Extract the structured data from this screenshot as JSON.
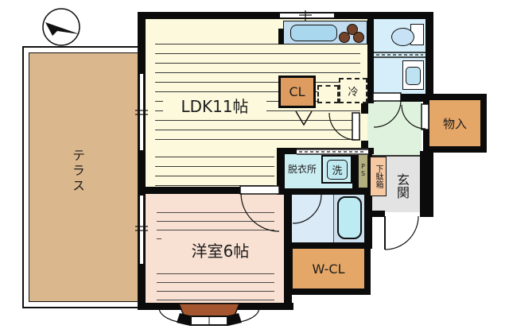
{
  "floorplan": {
    "type": "japanese-apartment-floor-plan",
    "rooms": {
      "terrace": {
        "label": "テラス"
      },
      "ldk": {
        "label": "LDK11帖"
      },
      "western_room": {
        "label": "洋室6帖"
      },
      "closet": {
        "label": "CL"
      },
      "refrigerator": {
        "label": "冷"
      },
      "dressing_room": {
        "label": "脱衣所"
      },
      "washer": {
        "label": "洗"
      },
      "pipe_space": {
        "label": "PS"
      },
      "shoe_cabinet": {
        "label": "下駄箱"
      },
      "entrance": {
        "label": "玄関"
      },
      "storage": {
        "label": "物入"
      },
      "walk_in_closet": {
        "label": "W-CL"
      }
    },
    "icons": [
      "north-arrow-compass",
      "kitchen-sink",
      "stove-burners",
      "toilet",
      "wash-basin",
      "bathtub",
      "washing-machine",
      "bay-window"
    ],
    "colors": {
      "wall": "#0b0b0b",
      "terrace": "#DBB78D",
      "ldk": "#FCF9DC",
      "western_room": "#F8E0D2",
      "closet_orange": "#DE9C60",
      "storage_orange": "#E5A767",
      "hall_green": "#DFF2DD",
      "entrance_gray": "#E3E3E3",
      "wet_blue": "#D6EEF9",
      "dressing_blue": "#CBEEF3",
      "counter_blue": "#C3DDF0",
      "tub_cyan": "#BCEBF4",
      "burner_brown": "#74432A",
      "bay_brown": "#A5562F",
      "shoe_cabinet_pink": "#F6C9A3",
      "pipe_space_olive": "#B2AE7D"
    }
  }
}
